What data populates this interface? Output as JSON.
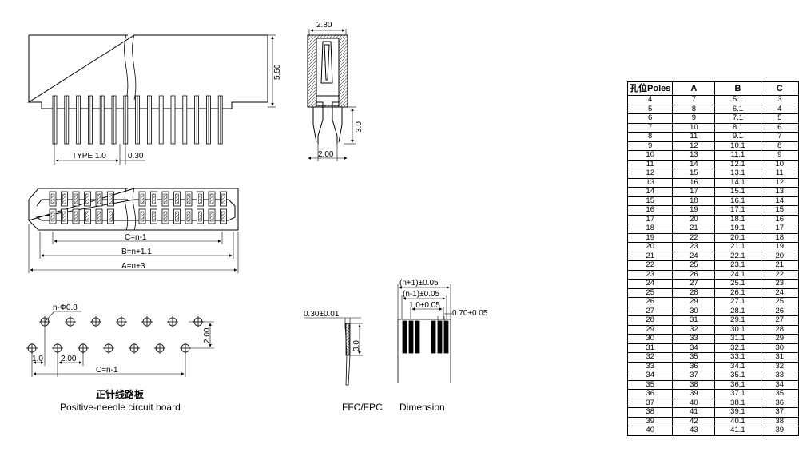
{
  "dimensions": {
    "type_pitch": "TYPE 1.0",
    "pin_width": "0.30",
    "height": "5.50",
    "top_width": "2.80",
    "pin_length": "3.0",
    "bottom_width": "2.00",
    "c_eq": "C=n-1",
    "b_eq": "B=n+1.1",
    "a_eq": "A=n+3",
    "hole": "n-Φ0.8",
    "row_spacing": "2.00",
    "hole_offset": "1.0",
    "hole_pitch": "2.00",
    "pcb_c_eq": "C=n-1",
    "ffc_thickness": "0.30±0.01",
    "ffc_length": "3.0",
    "ffc_n1": "(n+1)±0.05",
    "ffc_nm1": "(n-1)±0.05",
    "ffc_pitch": "1.0±0.05",
    "ffc_lead_width": "0.70±0.05"
  },
  "captions": {
    "pcb_chinese": "正针线路板",
    "pcb_english": "Positive-needle circuit board",
    "ffc_title": "FFC/FPC",
    "ffc_subtitle": "Dimension"
  },
  "table": {
    "headers": [
      "孔位Poles",
      "A",
      "B",
      "C"
    ],
    "rows": [
      [
        "4",
        "7",
        "5.1",
        "3"
      ],
      [
        "5",
        "8",
        "6.1",
        "4"
      ],
      [
        "6",
        "9",
        "7.1",
        "5"
      ],
      [
        "7",
        "10",
        "8.1",
        "6"
      ],
      [
        "8",
        "11",
        "9.1",
        "7"
      ],
      [
        "9",
        "12",
        "10.1",
        "8"
      ],
      [
        "10",
        "13",
        "11.1",
        "9"
      ],
      [
        "11",
        "14",
        "12.1",
        "10"
      ],
      [
        "12",
        "15",
        "13.1",
        "11"
      ],
      [
        "13",
        "16",
        "14.1",
        "12"
      ],
      [
        "14",
        "17",
        "15.1",
        "13"
      ],
      [
        "15",
        "18",
        "16.1",
        "14"
      ],
      [
        "16",
        "19",
        "17.1",
        "15"
      ],
      [
        "17",
        "20",
        "18.1",
        "16"
      ],
      [
        "18",
        "21",
        "19.1",
        "17"
      ],
      [
        "19",
        "22",
        "20.1",
        "18"
      ],
      [
        "20",
        "23",
        "21.1",
        "19"
      ],
      [
        "21",
        "24",
        "22.1",
        "20"
      ],
      [
        "22",
        "25",
        "23.1",
        "21"
      ],
      [
        "23",
        "26",
        "24.1",
        "22"
      ],
      [
        "24",
        "27",
        "25.1",
        "23"
      ],
      [
        "25",
        "28",
        "26.1",
        "24"
      ],
      [
        "26",
        "29",
        "27.1",
        "25"
      ],
      [
        "27",
        "30",
        "28.1",
        "26"
      ],
      [
        "28",
        "31",
        "29.1",
        "27"
      ],
      [
        "29",
        "32",
        "30.1",
        "28"
      ],
      [
        "30",
        "33",
        "31.1",
        "29"
      ],
      [
        "31",
        "34",
        "32.1",
        "30"
      ],
      [
        "32",
        "35",
        "33.1",
        "31"
      ],
      [
        "33",
        "36",
        "34.1",
        "32"
      ],
      [
        "34",
        "37",
        "35.1",
        "33"
      ],
      [
        "35",
        "38",
        "36.1",
        "34"
      ],
      [
        "36",
        "39",
        "37.1",
        "35"
      ],
      [
        "37",
        "40",
        "38.1",
        "36"
      ],
      [
        "38",
        "41",
        "39.1",
        "37"
      ],
      [
        "39",
        "42",
        "40.1",
        "38"
      ],
      [
        "40",
        "43",
        "41.1",
        "39"
      ]
    ]
  }
}
